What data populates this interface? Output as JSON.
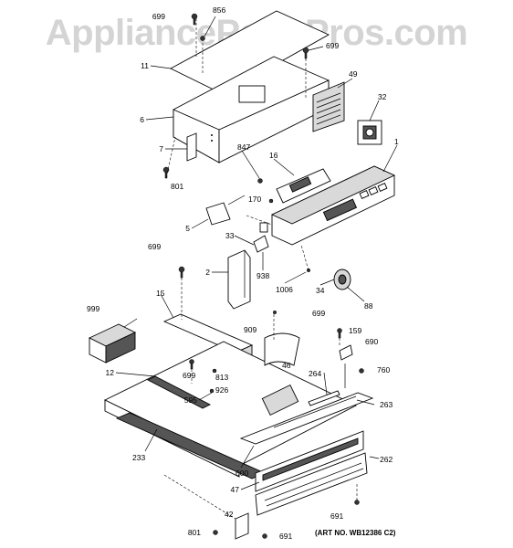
{
  "watermark": "AppliancePartsPros.com",
  "art_number": "(ART NO. WB12386 C2)",
  "callouts": {
    "c699a": "699",
    "c856": "856",
    "c699b": "699",
    "c11": "11",
    "c49": "49",
    "c32": "32",
    "c6": "6",
    "c7": "7",
    "c847": "847",
    "c16": "16",
    "c1": "1",
    "c801a": "801",
    "c170": "170",
    "c5": "5",
    "c33": "33",
    "c699c": "699",
    "c2": "2",
    "c938": "938",
    "c1006": "1006",
    "c34": "34",
    "c88": "88",
    "c999": "999",
    "c15": "15",
    "c909": "909",
    "c699d": "699",
    "c159": "159",
    "c690": "690",
    "c12": "12",
    "c699e": "699",
    "c813": "813",
    "c46": "46",
    "c760": "760",
    "c264": "264",
    "c595": "595",
    "c926": "926",
    "c263": "263",
    "c233": "233",
    "c262": "262",
    "c600": "600",
    "c47": "47",
    "c691a": "691",
    "c42": "42",
    "c801b": "801",
    "c691b": "691"
  }
}
